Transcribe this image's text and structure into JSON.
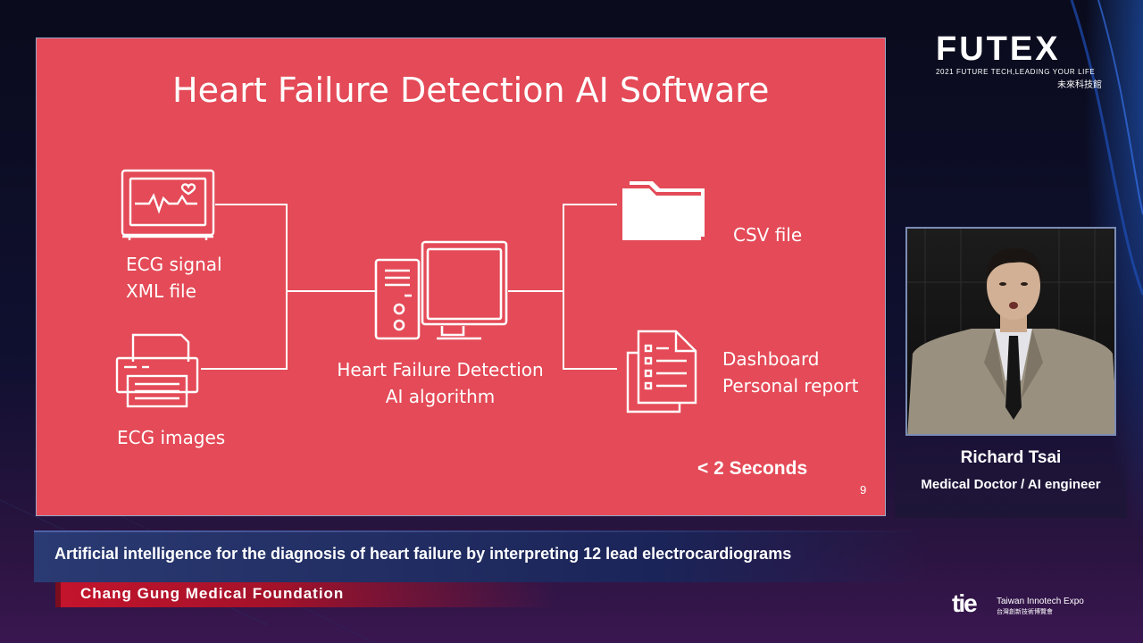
{
  "slide": {
    "title": "Heart Failure Detection AI Software",
    "inputs": {
      "ecg_signal_line1": "ECG signal",
      "ecg_signal_line2": "XML file",
      "ecg_images": "ECG images"
    },
    "algorithm": {
      "line1": "Heart Failure Detection",
      "line2": "AI algorithm"
    },
    "outputs": {
      "csv": "CSV file",
      "report_line1": "Dashboard",
      "report_line2": "Personal report"
    },
    "speed": "< 2 Seconds",
    "page_number": "9",
    "background_color": "#e44a57"
  },
  "event_logo": {
    "name": "FUTEX",
    "tagline": "2021 FUTURE TECH,LEADING YOUR LIFE",
    "chinese": "未來科技館"
  },
  "speaker": {
    "name": "Richard Tsai",
    "role": "Medical Doctor / AI engineer"
  },
  "lower_third": {
    "talk_title": "Artificial intelligence for the diagnosis of heart failure by interpreting 12 lead electrocardiograms",
    "organization": "Chang Gung Medical Foundation"
  },
  "expo_logo": {
    "mark": "tie",
    "english": "Taiwan Innotech Expo",
    "chinese": "台灣創新技術博覽會"
  },
  "icons": [
    "ecg-monitor-icon",
    "printer-icon",
    "computer-icon",
    "folder-icon",
    "document-icon"
  ]
}
